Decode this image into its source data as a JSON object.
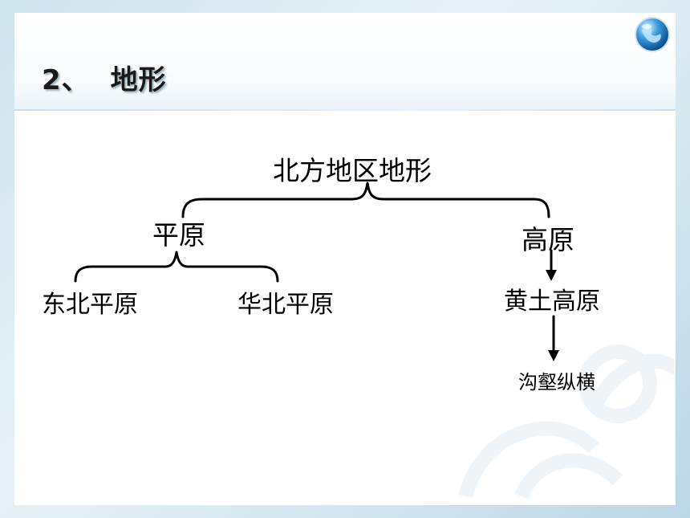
{
  "slide": {
    "title_number": "2",
    "title_separator": "、",
    "title_text": "地形"
  },
  "diagram": {
    "root": "北方地区地形",
    "plain": "平原",
    "plateau": "高原",
    "northeast_plain": "东北平原",
    "north_china_plain": "华北平原",
    "loess_plateau": "黄土高原",
    "gully_feature": "沟壑纵横"
  },
  "icons": [
    "globe-icon",
    "watermark-icon"
  ],
  "colors": {
    "background": "#cfe3ee",
    "slide": "#ffffff",
    "text": "#000000",
    "title_shadow": "#9ab0bf"
  }
}
